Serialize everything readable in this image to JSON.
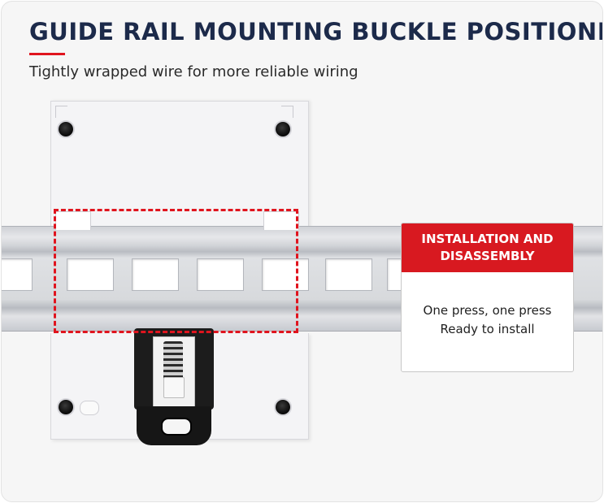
{
  "header": {
    "title": "GUIDE RAIL MOUNTING BUCKLE POSITIONING",
    "subtitle": "Tightly wrapped wire for more reliable wiring"
  },
  "callout": {
    "title_line1": "INSTALLATION AND",
    "title_line2": "DISASSEMBLY",
    "body_line1": "One press, one press",
    "body_line2": "Ready to install"
  },
  "colors": {
    "accent_red": "#d81920",
    "title_navy": "#1c2a4a"
  }
}
